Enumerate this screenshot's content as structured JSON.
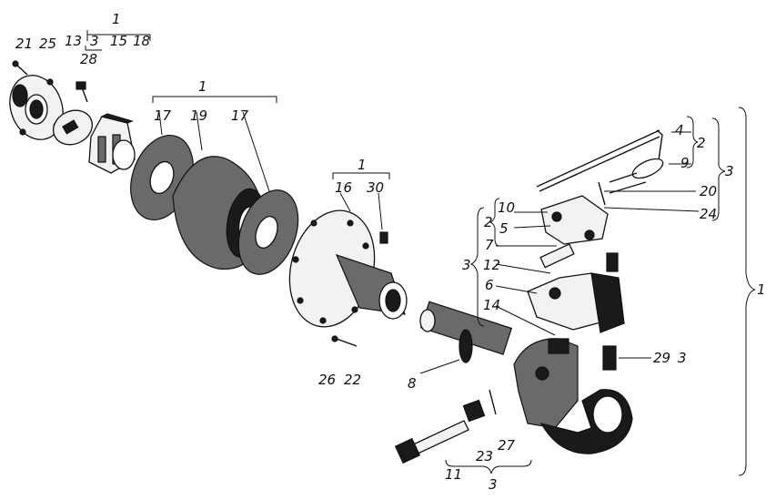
{
  "labels": {
    "a": "1",
    "b": "3",
    "c": "15",
    "d": "18",
    "e": "21",
    "f": "25",
    "g": "13",
    "h": "28",
    "i": "1",
    "j": "17",
    "k": "19",
    "l": "17",
    "m": "1",
    "n": "16",
    "o": "30",
    "p": "4",
    "q": "2",
    "r": "3",
    "s": "9",
    "t": "20",
    "u": "24",
    "v": "10",
    "w": "2",
    "x": "5",
    "y": "7",
    "z": "3",
    "aa": "12",
    "ab": "6",
    "ac": "14",
    "ad": "1",
    "ae": "29",
    "af": "3",
    "ag": "8",
    "ah": "26",
    "ai": "22",
    "aj": "11",
    "ak": "23",
    "al": "27",
    "am": "3"
  }
}
